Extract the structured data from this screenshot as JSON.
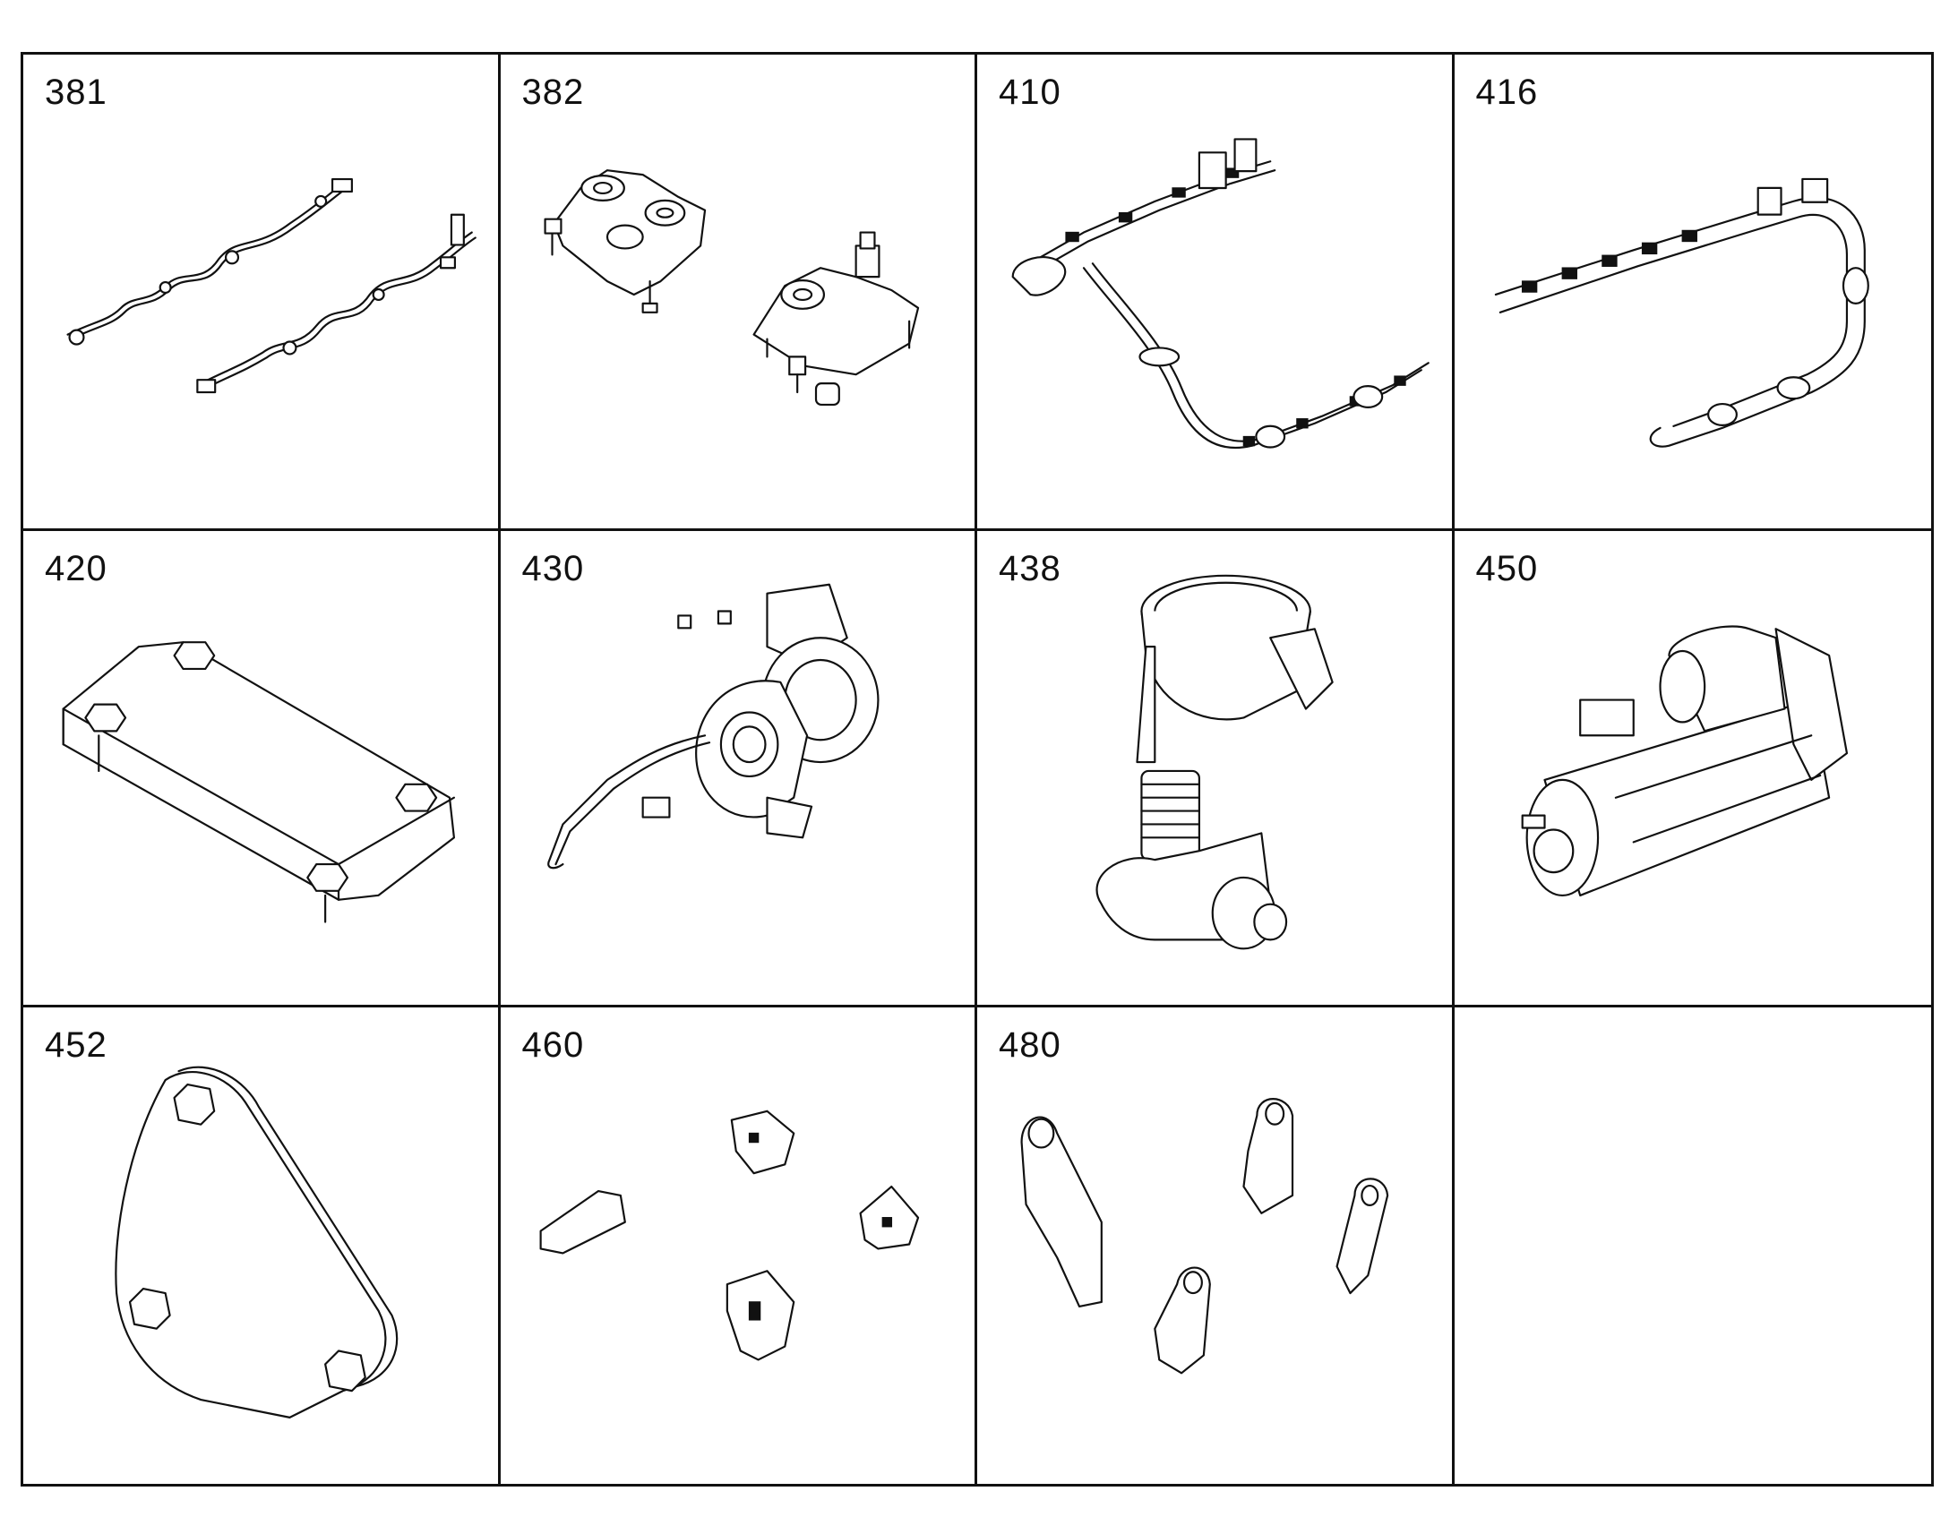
{
  "cells": [
    {
      "label": "381",
      "illustration": "fuel-injector-pipe-icon"
    },
    {
      "label": "382",
      "illustration": "thermostat-housing-icon"
    },
    {
      "label": "410",
      "illustration": "wiring-harness-icon"
    },
    {
      "label": "416",
      "illustration": "wiring-harness-loom-icon"
    },
    {
      "label": "420",
      "illustration": "cover-plate-icon"
    },
    {
      "label": "430",
      "illustration": "turbocharger-icon"
    },
    {
      "label": "438",
      "illustration": "exhaust-assembly-icon"
    },
    {
      "label": "450",
      "illustration": "starter-motor-icon"
    },
    {
      "label": "452",
      "illustration": "blanking-plate-icon"
    },
    {
      "label": "460",
      "illustration": "mounting-brackets-icon"
    },
    {
      "label": "480",
      "illustration": "lifting-brackets-icon"
    },
    {
      "label": "",
      "illustration": ""
    }
  ]
}
